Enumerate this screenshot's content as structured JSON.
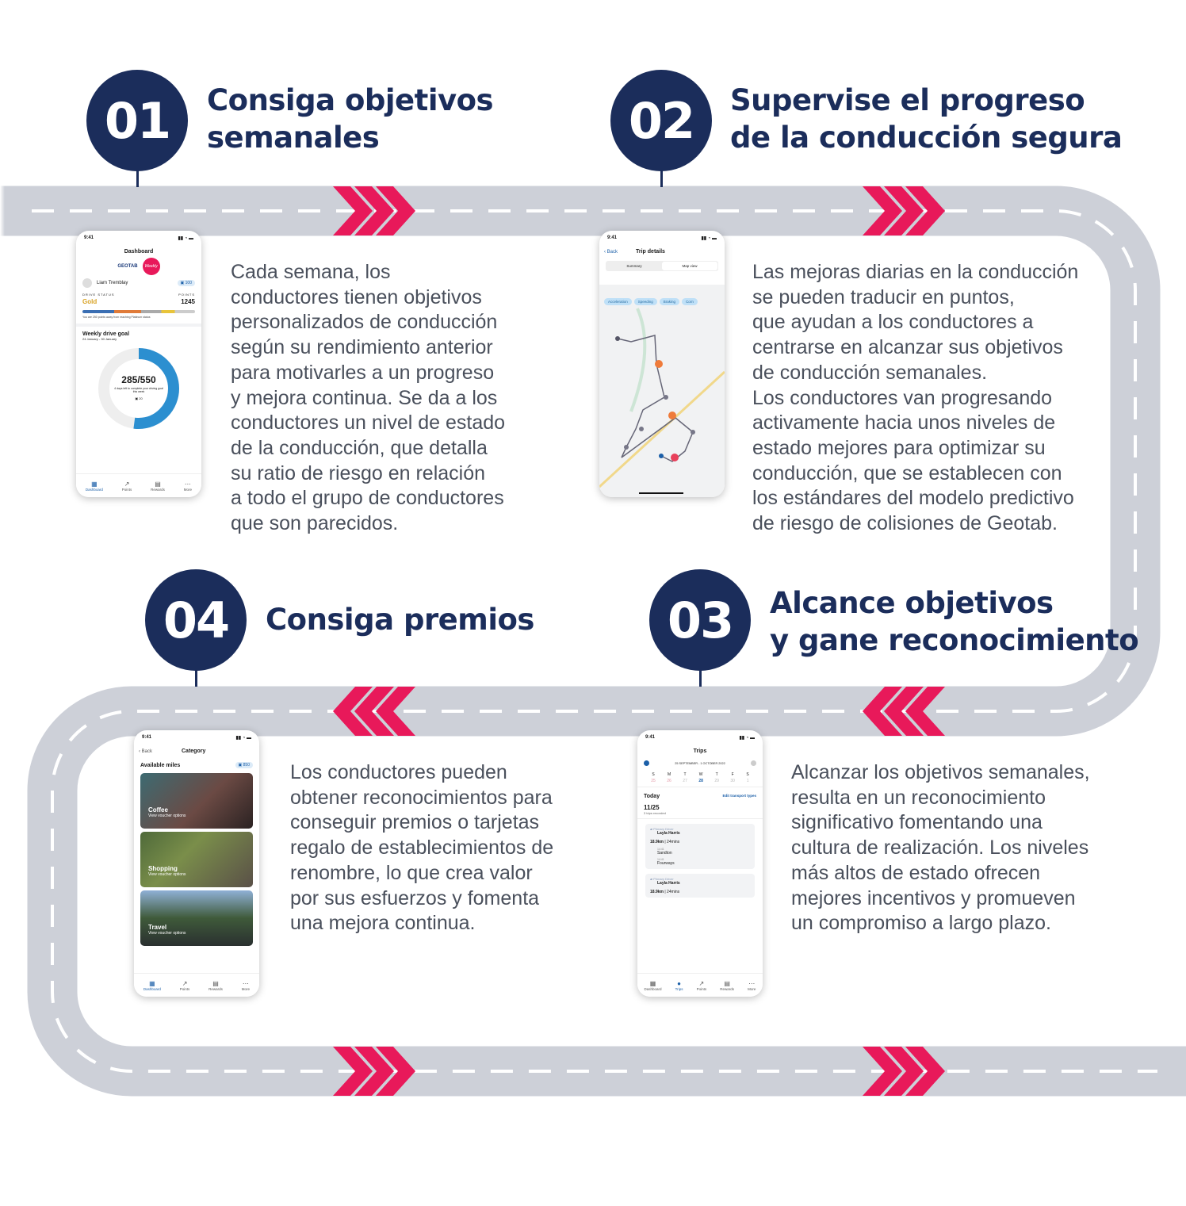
{
  "colors": {
    "navy": "#1b2d5b",
    "road": "#cdd0d8",
    "chevron": "#e8195a",
    "text": "#4a505c"
  },
  "steps": [
    {
      "number": "01",
      "title_lines": [
        "Consiga objetivos",
        "semanales"
      ],
      "body_lines": [
        "Cada semana, los",
        "conductores tienen objetivos",
        "personalizados de conducción",
        "según su rendimiento anterior",
        "para motivarles a un progreso",
        "y mejora continua. Se da a los",
        "conductores un nivel de estado",
        "de la conducción, que detalla",
        "su ratio de riesgo en relación",
        "a todo el grupo de conductores",
        "que son parecidos."
      ]
    },
    {
      "number": "02",
      "title_lines": [
        "Supervise el progreso",
        "de la conducción segura"
      ],
      "body_lines": [
        "Las mejoras diarias en la conducción",
        "se pueden traducir en puntos,",
        "que ayudan a los conductores a",
        "centrarse en alcanzar sus objetivos",
        "de conducción semanales.",
        "Los conductores van progresando",
        "activamente hacia unos niveles de",
        "estado mejores para optimizar su",
        "conducción, que se establecen con",
        "los estándares del modelo predictivo",
        "de riesgo de colisiones de Geotab."
      ]
    },
    {
      "number": "03",
      "title_lines": [
        "Alcance objetivos",
        "y gane reconocimiento"
      ],
      "body_lines": [
        "Alcanzar los objetivos semanales,",
        "resulta en un reconocimiento",
        "significativo fomentando una",
        "cultura de realización. Los niveles",
        "más altos de estado ofrecen",
        "mejores incentivos y promueven",
        "un compromiso a largo plazo."
      ]
    },
    {
      "number": "04",
      "title_lines": [
        "Consiga premios"
      ],
      "body_lines": [
        "Los conductores pueden",
        "obtener reconocimientos para",
        "conseguir premios o tarjetas",
        "regalo de establecimientos de",
        "renombre, lo que crea valor",
        "por sus esfuerzos y fomenta",
        "una mejora continua."
      ]
    }
  ],
  "phones": {
    "time": "9:41",
    "tabs": [
      "Dashboard",
      "Points",
      "Rewards",
      "More"
    ],
    "tabs_trips": [
      "Dashboard",
      "Trips",
      "Points",
      "Rewards",
      "More"
    ],
    "dashboard": {
      "title": "Dashboard",
      "brand": "GEOTAB",
      "badge": "Weekly",
      "user": "Liam Tremblay",
      "user_points": "100",
      "drive_status_label": "DRIVE STATUS",
      "drive_status": "Gold",
      "points_label": "POINTS",
      "points": "1245",
      "status_note": "You are 250 points away from reaching Platinum status",
      "goal_title": "Weekly drive goal",
      "goal_dates": "24 January - 30 January",
      "goal_value": "285/550",
      "goal_progress": 0.52,
      "goal_note": "4 days left to complete your driving goal this week",
      "goal_reward": "20"
    },
    "trip": {
      "back": "Back",
      "title": "Trip details",
      "segments": [
        "Summary",
        "Map view"
      ],
      "chips": [
        "Acceleration",
        "Speeding",
        "Braking",
        "Corn"
      ]
    },
    "category": {
      "back": "Back",
      "title": "Category",
      "available": "Available miles",
      "miles": "850",
      "cards": [
        {
          "name": "Coffee",
          "sub": "View voucher options"
        },
        {
          "name": "Shopping",
          "sub": "View voucher options"
        },
        {
          "name": "Travel",
          "sub": "View voucher options"
        }
      ]
    },
    "trips": {
      "title": "Trips",
      "range": "25 SEPTEMBER - 1 OCTOBER 2022",
      "days": [
        "S",
        "M",
        "T",
        "W",
        "T",
        "F",
        "S"
      ],
      "dates": [
        "25",
        "26",
        "27",
        "28",
        "29",
        "30",
        "1"
      ],
      "today": "Today",
      "edit": "Edit transport types",
      "count": "11/25",
      "recorded": "3 trips recorded",
      "trip1": {
        "role": "Primary Driver",
        "driver": "Layla Harris",
        "distance": "18.9km",
        "duration": "24mins",
        "t1": "14:41",
        "from": "Sandton",
        "t2": "14:41",
        "to": "Fourways"
      },
      "trip2": {
        "role": "Primary Driver",
        "driver": "Layla Harris",
        "distance": "18.9km",
        "duration": "24mins"
      }
    }
  }
}
